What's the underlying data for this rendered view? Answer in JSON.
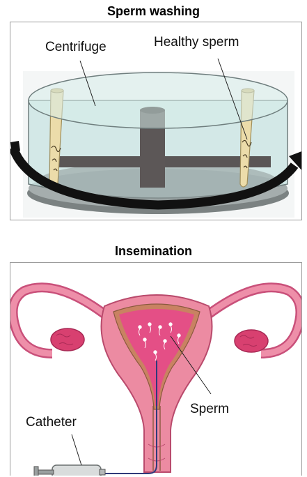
{
  "panels": {
    "washing": {
      "title": "Sperm washing",
      "labels": {
        "centrifuge": "Centrifuge",
        "healthy_sperm": "Healthy sperm"
      }
    },
    "insemination": {
      "title": "Insemination",
      "labels": {
        "sperm": "Sperm",
        "catheter": "Catheter"
      }
    }
  },
  "colors": {
    "lid": "#bfe0df",
    "base": "#9ea6a6",
    "post": "#5c5757",
    "tube": "#ead9a3",
    "arrow": "#111111",
    "uterus_outer": "#e88aa0",
    "uterus_inner": "#e44f86",
    "uterus_lining": "#c98262",
    "ovary": "#d94070"
  }
}
